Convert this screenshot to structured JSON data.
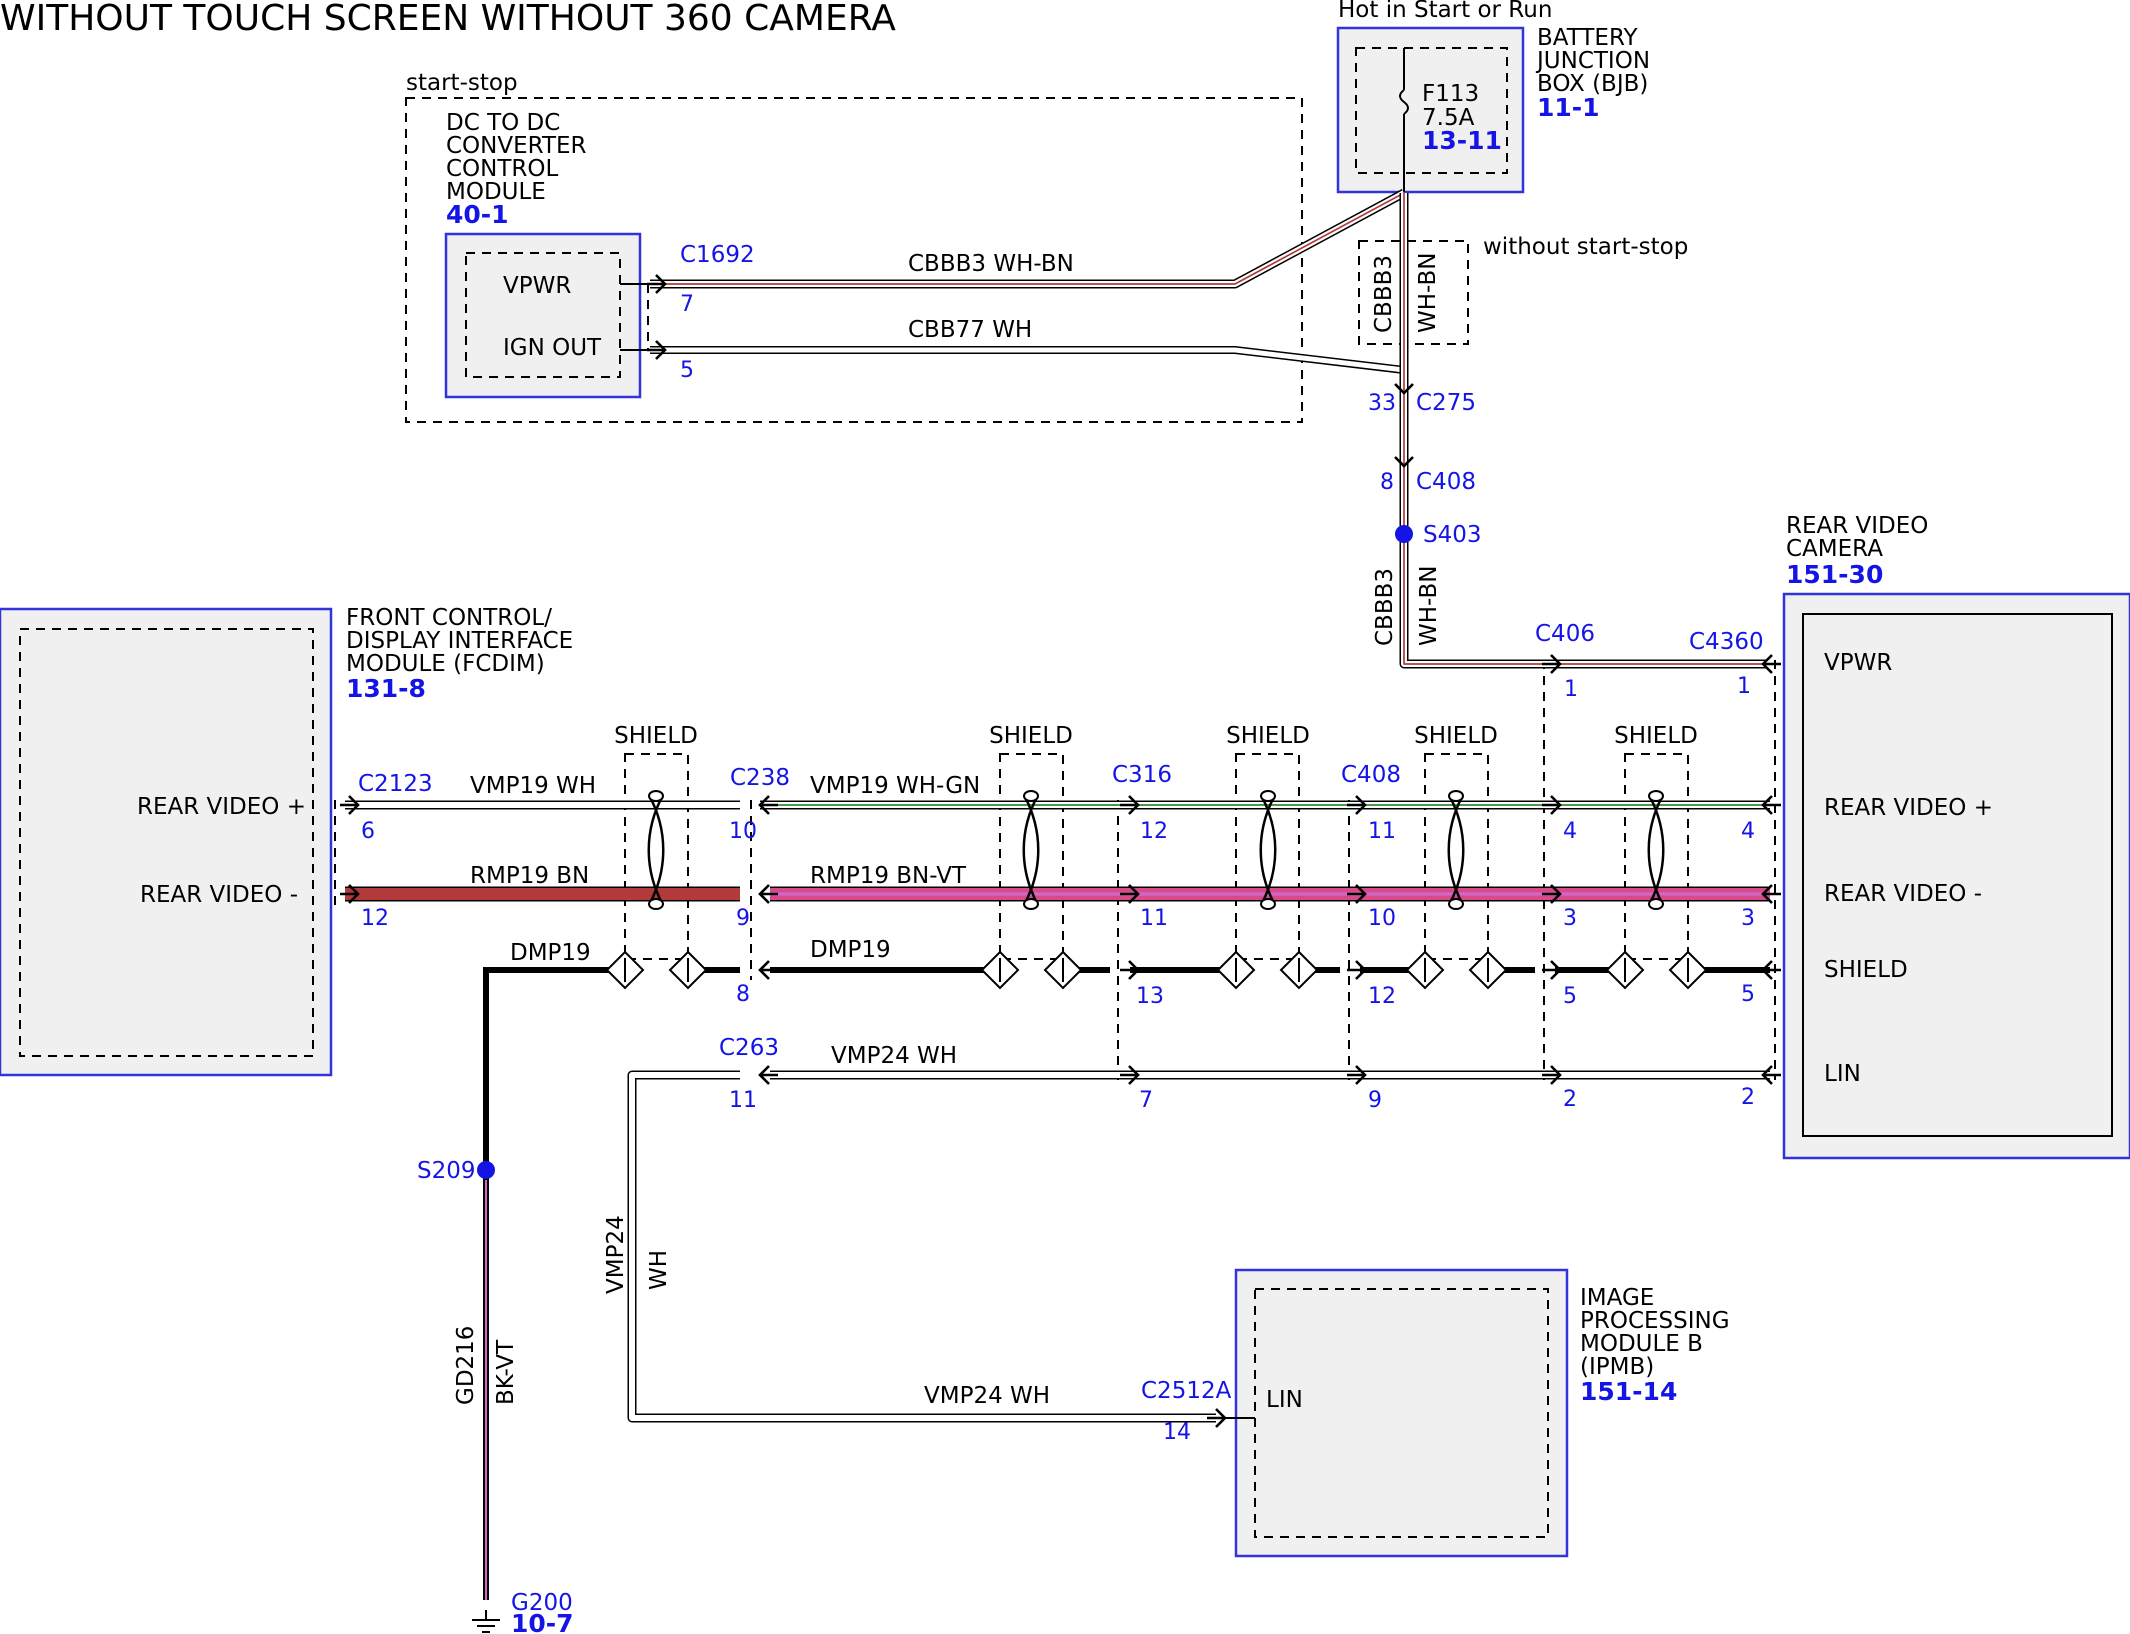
{
  "title": "WITHOUT TOUCH SCREEN WITHOUT 360 CAMERA",
  "labels": {
    "hot_in_start_run": "Hot in Start or Run",
    "start_stop": "start-stop",
    "without_start_stop": "without start-stop",
    "shield": "SHIELD"
  },
  "modules": {
    "dcdc": {
      "lines": [
        "DC TO DC",
        "CONVERTER",
        "CONTROL",
        "MODULE"
      ],
      "ref": "40-1",
      "pins": {
        "vpwr": "VPWR",
        "ign_out": "IGN OUT"
      }
    },
    "bjb": {
      "lines": [
        "BATTERY",
        "JUNCTION",
        "BOX (BJB)"
      ],
      "ref": "11-1",
      "fuse": "F113",
      "fuse_rating": "7.5A",
      "fuse_ref": "13-11"
    },
    "fcdim": {
      "lines": [
        "FRONT CONTROL/",
        "DISPLAY INTERFACE",
        "MODULE (FCDIM)"
      ],
      "ref": "131-8",
      "pins": {
        "rv_plus": "REAR VIDEO +",
        "rv_minus": "REAR VIDEO -"
      }
    },
    "camera": {
      "lines": [
        "REAR VIDEO",
        "CAMERA"
      ],
      "ref": "151-30",
      "pins": {
        "vpwr": "VPWR",
        "rv_plus": "REAR VIDEO +",
        "rv_minus": "REAR VIDEO -",
        "shield": "SHIELD",
        "lin": "LIN"
      }
    },
    "ipmb": {
      "lines": [
        "IMAGE",
        "PROCESSING",
        "MODULE B",
        "(IPMB)"
      ],
      "ref": "151-14",
      "pins": {
        "lin": "LIN"
      }
    }
  },
  "connectors": {
    "c1692": "C1692",
    "c275": "C275",
    "c408a": "C408",
    "s403": "S403",
    "c406": "C406",
    "c4360": "C4360",
    "c2123": "C2123",
    "c238": "C238",
    "c316": "C316",
    "c408b": "C408",
    "c263": "C263",
    "s209": "S209",
    "g200": "G200",
    "g200_ref": "10-7",
    "c2512a": "C2512A"
  },
  "pins": {
    "c1692_7": "7",
    "c1692_5": "5",
    "c275": "33",
    "c408a": "8",
    "c406_1": "1",
    "c406_4": "4",
    "c406_3": "3",
    "c406_5": "5",
    "c406_2": "2",
    "c4360_1": "1",
    "c4360_4": "4",
    "c4360_3": "3",
    "c4360_5": "5",
    "c4360_2": "2",
    "c2123_6": "6",
    "c2123_12": "12",
    "c238_10": "10",
    "c238_9": "9",
    "c238_8": "8",
    "c316_12": "12",
    "c316_11": "11",
    "c316_13": "13",
    "c316_7": "7",
    "c408b_11": "11",
    "c408b_10": "10",
    "c408b_12": "12",
    "c408b_9": "9",
    "c263_11": "11",
    "c2512a_14": "14"
  },
  "wires": {
    "cbbb3_top": "CBBB3  WH-BN",
    "cbb77": "CBB77  WH",
    "cbbb3_v1_circuit": "CBBB3",
    "cbbb3_v1_color": "WH-BN",
    "cbbb3_v2_circuit": "CBBB3",
    "cbbb3_v2_color": "WH-BN",
    "vmp19_a": "VMP19  WH",
    "rmp19_a": "RMP19  BN",
    "dmp19_a": "DMP19",
    "vmp19_b": "VMP19  WH-GN",
    "rmp19_b": "RMP19  BN-VT",
    "dmp19_b": "DMP19",
    "vmp24_a": "VMP24  WH",
    "vmp24_v_circuit": "VMP24",
    "vmp24_v_color": "WH",
    "vmp24_b": "VMP24  WH",
    "gd216_circuit": "GD216",
    "gd216_color": "BK-VT"
  },
  "colors": {
    "module_border": "#3333dd",
    "module_fill": "#f0f0f0",
    "blue_text": "#1414e6",
    "wh": "#ffffff",
    "bn": "#b23a3a",
    "gn": "#2e8b2e",
    "vt": "#d066c8",
    "pink": "#d94a8a",
    "bk": "#000000"
  }
}
